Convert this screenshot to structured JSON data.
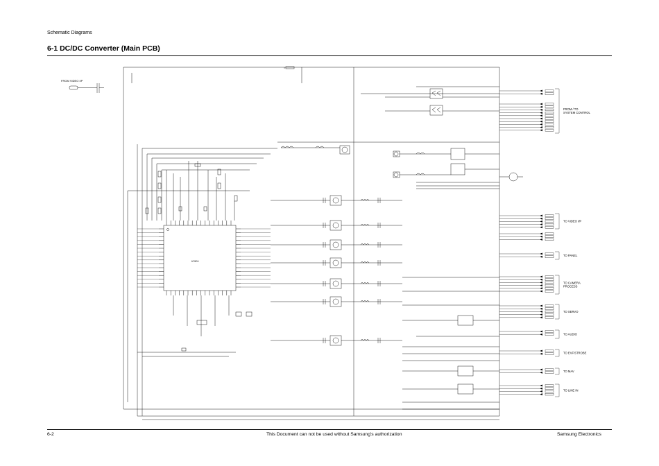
{
  "header": {
    "section_label": "Schematic Diagrams",
    "title": "6-1  DC/DC Converter (Main PCB)"
  },
  "footer": {
    "page_number": "6-2",
    "notice": "This Document can not be used without Samsung's authorization",
    "company": "Samsung Electronics"
  },
  "schematic": {
    "input_label": "FROM VIDEO I/P",
    "ic_label": "IC901",
    "connector_groups": [
      {
        "label": "FROM / TO SYSTEM CONTROL",
        "lines": [
          "FROM / TO",
          "SYSTEM CONTROL"
        ]
      },
      {
        "label": "TO VIDEO I/P",
        "lines": [
          "TO VIDEO I/P"
        ]
      },
      {
        "label": "TO PANEL",
        "lines": [
          "TO PANEL"
        ]
      },
      {
        "label": "TO CAMERA PROCESS",
        "lines": [
          "TO CAMERA",
          "PROCESS"
        ]
      },
      {
        "label": "TO SERVO",
        "lines": [
          "TO SERVO"
        ]
      },
      {
        "label": "TO AUDIO",
        "lines": [
          "TO AUDIO"
        ]
      },
      {
        "label": "TO EVF/STROBE",
        "lines": [
          "TO EVF/STROBE"
        ]
      },
      {
        "label": "TO MAV",
        "lines": [
          "TO MAV"
        ]
      },
      {
        "label": "TO LINE IN",
        "lines": [
          "TO LINE IN"
        ]
      }
    ]
  }
}
